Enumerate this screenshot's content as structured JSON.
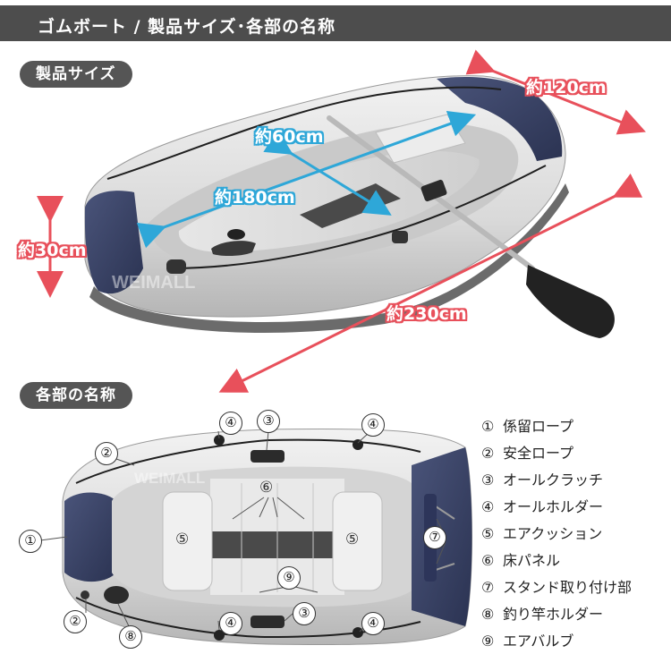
{
  "header": {
    "title": "ゴムボート / 製品サイズ･各部の名称"
  },
  "sections": {
    "size": "製品サイズ",
    "parts": "各部の名称"
  },
  "dimensions": {
    "width": "約120cm",
    "inner_width": "約60cm",
    "inner_length": "約180cm",
    "height": "約30cm",
    "length": "約230cm"
  },
  "watermark": "WEIMALL",
  "colors": {
    "header_bg": "#4d4d4d",
    "pill_bg": "#555555",
    "dim_red": "#e8505b",
    "dim_blue": "#2ea7d8",
    "boat_grey": "#dcdcdc",
    "boat_navy": "#3b4466"
  },
  "parts": [
    {
      "num": "①",
      "label": "係留ロープ"
    },
    {
      "num": "②",
      "label": "安全ロープ"
    },
    {
      "num": "③",
      "label": "オールクラッチ"
    },
    {
      "num": "④",
      "label": "オールホルダー"
    },
    {
      "num": "⑤",
      "label": "エアクッション"
    },
    {
      "num": "⑥",
      "label": "床パネル"
    },
    {
      "num": "⑦",
      "label": "スタンド取り付け部"
    },
    {
      "num": "⑧",
      "label": "釣り竿ホルダー"
    },
    {
      "num": "⑨",
      "label": "エアバルブ"
    }
  ],
  "callouts": {
    "c1": "①",
    "c2a": "②",
    "c2b": "②",
    "c3a": "③",
    "c3b": "③",
    "c4a": "④",
    "c4b": "④",
    "c4c": "④",
    "c4d": "④",
    "c5a": "⑤",
    "c5b": "⑤",
    "c6": "⑥",
    "c7": "⑦",
    "c8": "⑧",
    "c9": "⑨"
  }
}
